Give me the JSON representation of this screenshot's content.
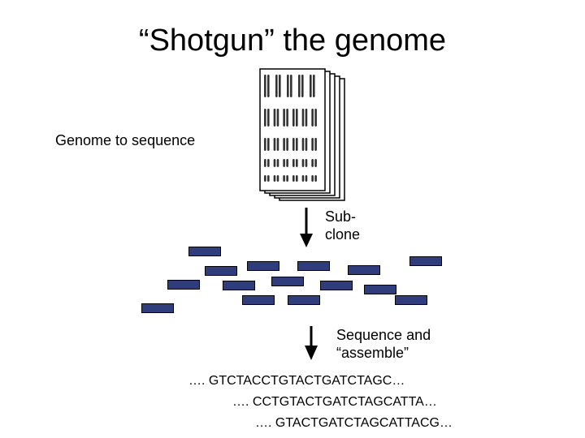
{
  "slide": {
    "title": "“Shotgun” the genome",
    "genome_label": "Genome to sequence",
    "subclone_label_line1": "Sub-",
    "subclone_label_line2": "clone",
    "assemble_label_line1": "Sequence and",
    "assemble_label_line2": "“assemble”",
    "sequence_reads": [
      "…. GTCTACCTGTACTGATCTAGC…",
      "…. CCTGTACTGATCTAGCATTA…",
      "…. GTACTGATCTAGCATTACG…"
    ]
  },
  "colors": {
    "fragment_fill": "#2f3d7d",
    "outline": "#000000",
    "background": "#ffffff"
  },
  "icons": {
    "karyotype_stack": "stacked-chromosome-sheets",
    "arrows": "down-arrow"
  }
}
